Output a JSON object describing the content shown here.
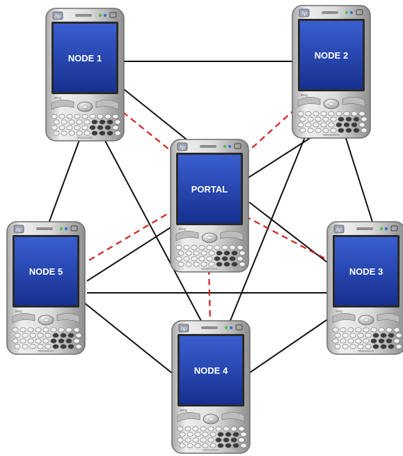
{
  "diagram": {
    "nodes": [
      {
        "id": "node1",
        "label": "NODE 1",
        "brand": "hp",
        "model_text": "iPAQ"
      },
      {
        "id": "node2",
        "label": "NODE 2",
        "brand": "hp",
        "model_text": "iPAQ"
      },
      {
        "id": "portal",
        "label": "PORTAL",
        "brand": "hp",
        "model_text": "iPAQ"
      },
      {
        "id": "node5",
        "label": "NODE 5",
        "brand": "hp",
        "model_text": "iPAQ"
      },
      {
        "id": "node3",
        "label": "NODE 3",
        "brand": "hp",
        "model_text": "iPAQ"
      },
      {
        "id": "node4",
        "label": "NODE 4",
        "brand": "hp",
        "model_text": "iPAQ"
      }
    ],
    "links": [
      {
        "from": "node1",
        "to": "node2",
        "style": "solid"
      },
      {
        "from": "node1",
        "to": "node5",
        "style": "solid"
      },
      {
        "from": "node1",
        "to": "node4",
        "style": "solid"
      },
      {
        "from": "node1",
        "to": "portal",
        "style": "solid"
      },
      {
        "from": "node2",
        "to": "node5",
        "style": "solid"
      },
      {
        "from": "node2",
        "to": "node3",
        "style": "solid"
      },
      {
        "from": "node2",
        "to": "node4",
        "style": "solid"
      },
      {
        "from": "node5",
        "to": "node3",
        "style": "solid"
      },
      {
        "from": "node5",
        "to": "node4",
        "style": "solid"
      },
      {
        "from": "node4",
        "to": "node3",
        "style": "solid"
      },
      {
        "from": "portal",
        "to": "node3",
        "style": "solid"
      },
      {
        "from": "portal",
        "to": "node1",
        "style": "dashed"
      },
      {
        "from": "portal",
        "to": "node2",
        "style": "dashed"
      },
      {
        "from": "portal",
        "to": "node5",
        "style": "dashed"
      },
      {
        "from": "portal",
        "to": "node3",
        "style": "dashed"
      },
      {
        "from": "portal",
        "to": "node4",
        "style": "dashed"
      }
    ]
  },
  "colors": {
    "background": "#ffffff",
    "solid_link": "#111111",
    "dashed_link": "#d42020",
    "screen_blue": "#1f3fa8",
    "device_body": "#d8d8d8"
  }
}
